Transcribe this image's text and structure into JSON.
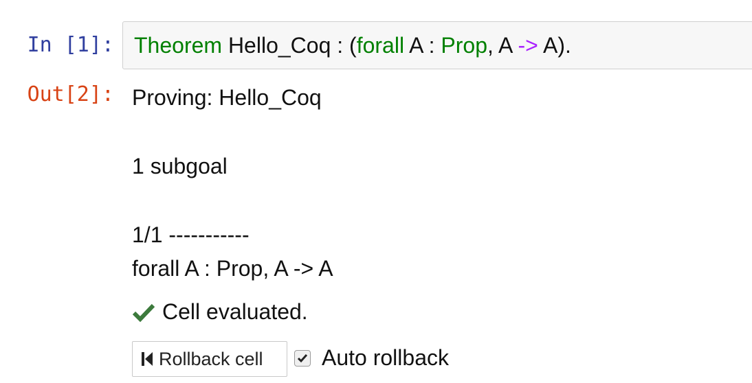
{
  "cell": {
    "in_prompt": "In [1]:",
    "out_prompt": "Out[2]:",
    "code": {
      "kw_theorem": "Theorem",
      "name": " Hello_Coq : (",
      "kw_forall": "forall",
      "a_colon": " A : ",
      "kw_prop": "Prop",
      "comma_a": ", A ",
      "arrow": "->",
      "tail": " A)."
    }
  },
  "output": {
    "line1": "Proving: Hello_Coq",
    "line2": "1 subgoal",
    "line3": "1/1 -----------",
    "line4": "forall A : Prop, A -> A"
  },
  "status": {
    "icon": "checkmark-icon",
    "text": "Cell evaluated."
  },
  "controls": {
    "rollback_label": "Rollback cell",
    "rollback_icon": "step-backward-icon",
    "auto_rollback_label": "Auto rollback",
    "auto_rollback_checked": true
  },
  "colors": {
    "in_prompt": "#303f9f",
    "out_prompt": "#d84315",
    "keyword": "#008000",
    "arrow": "#aa22ff",
    "check": "#3c7a3c"
  }
}
